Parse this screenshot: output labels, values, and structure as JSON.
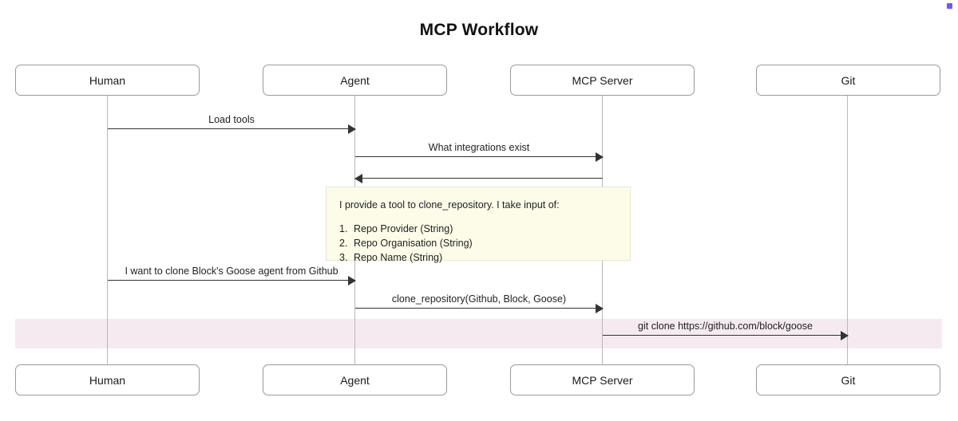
{
  "diagram": {
    "type": "sequence",
    "title": "MCP Workflow",
    "corner_marker_color": "#6b5cf6",
    "note_background": "#fdfce8",
    "highlight_band_color": "#f5eaf0",
    "lifeline_color": "#b8b8b8",
    "arrow_color": "#333333",
    "participants": [
      {
        "id": "human",
        "label": "Human"
      },
      {
        "id": "agent",
        "label": "Agent"
      },
      {
        "id": "mcp",
        "label": "MCP Server"
      },
      {
        "id": "git",
        "label": "Git"
      }
    ],
    "messages": [
      {
        "id": "m1",
        "from": "human",
        "to": "agent",
        "label": "Load tools",
        "direction": "right"
      },
      {
        "id": "m2",
        "from": "agent",
        "to": "mcp",
        "label": "What integrations exist",
        "direction": "right"
      },
      {
        "id": "m3",
        "from": "mcp",
        "to": "agent",
        "label": "",
        "direction": "left"
      },
      {
        "id": "m4",
        "from": "human",
        "to": "agent",
        "label": "I want to clone Block's Goose agent from Github",
        "direction": "right"
      },
      {
        "id": "m5",
        "from": "agent",
        "to": "mcp",
        "label": "clone_repository(Github, Block, Goose)",
        "direction": "right"
      },
      {
        "id": "m6",
        "from": "mcp",
        "to": "git",
        "label": "git clone https://github.com/block/goose",
        "direction": "right"
      }
    ],
    "note": {
      "owner": "mcp",
      "heading": "I provide a tool to clone_repository. I take input of:",
      "items": [
        "Repo Provider (String)",
        "Repo Organisation (String)",
        "Repo Name (String)"
      ]
    }
  }
}
